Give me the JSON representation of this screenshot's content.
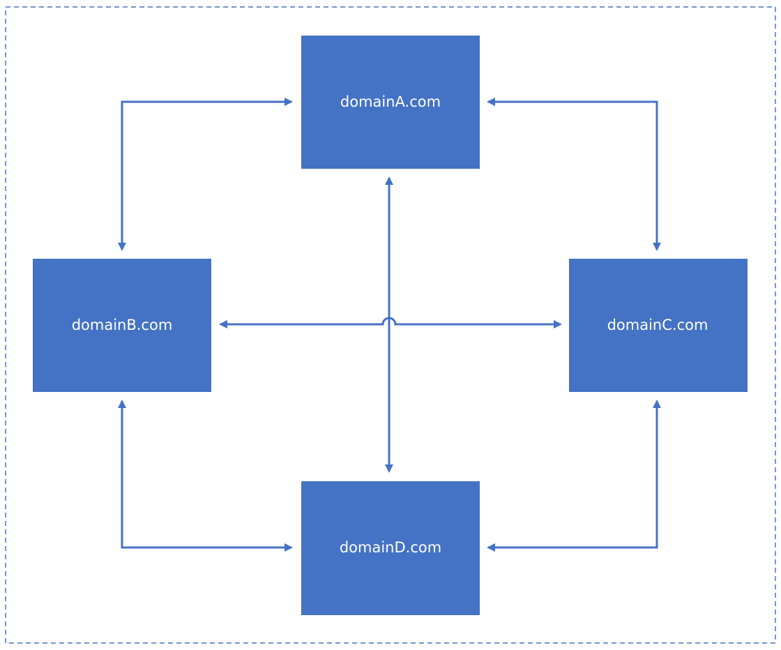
{
  "colors": {
    "node_fill": "#4472c4",
    "connector": "#4472c4",
    "frame_border": "#4472c4",
    "label_text": "#ffffff",
    "background": "#ffffff"
  },
  "nodes": {
    "a": {
      "label": "domainA.com"
    },
    "b": {
      "label": "domainB.com"
    },
    "c": {
      "label": "domainC.com"
    },
    "d": {
      "label": "domainD.com"
    }
  },
  "connections": [
    {
      "from": "domainA.com",
      "to": "domainB.com",
      "direction": "bidirectional"
    },
    {
      "from": "domainA.com",
      "to": "domainC.com",
      "direction": "bidirectional"
    },
    {
      "from": "domainB.com",
      "to": "domainD.com",
      "direction": "bidirectional"
    },
    {
      "from": "domainC.com",
      "to": "domainD.com",
      "direction": "bidirectional"
    },
    {
      "from": "domainA.com",
      "to": "domainD.com",
      "direction": "bidirectional"
    },
    {
      "from": "domainB.com",
      "to": "domainC.com",
      "direction": "bidirectional"
    }
  ]
}
